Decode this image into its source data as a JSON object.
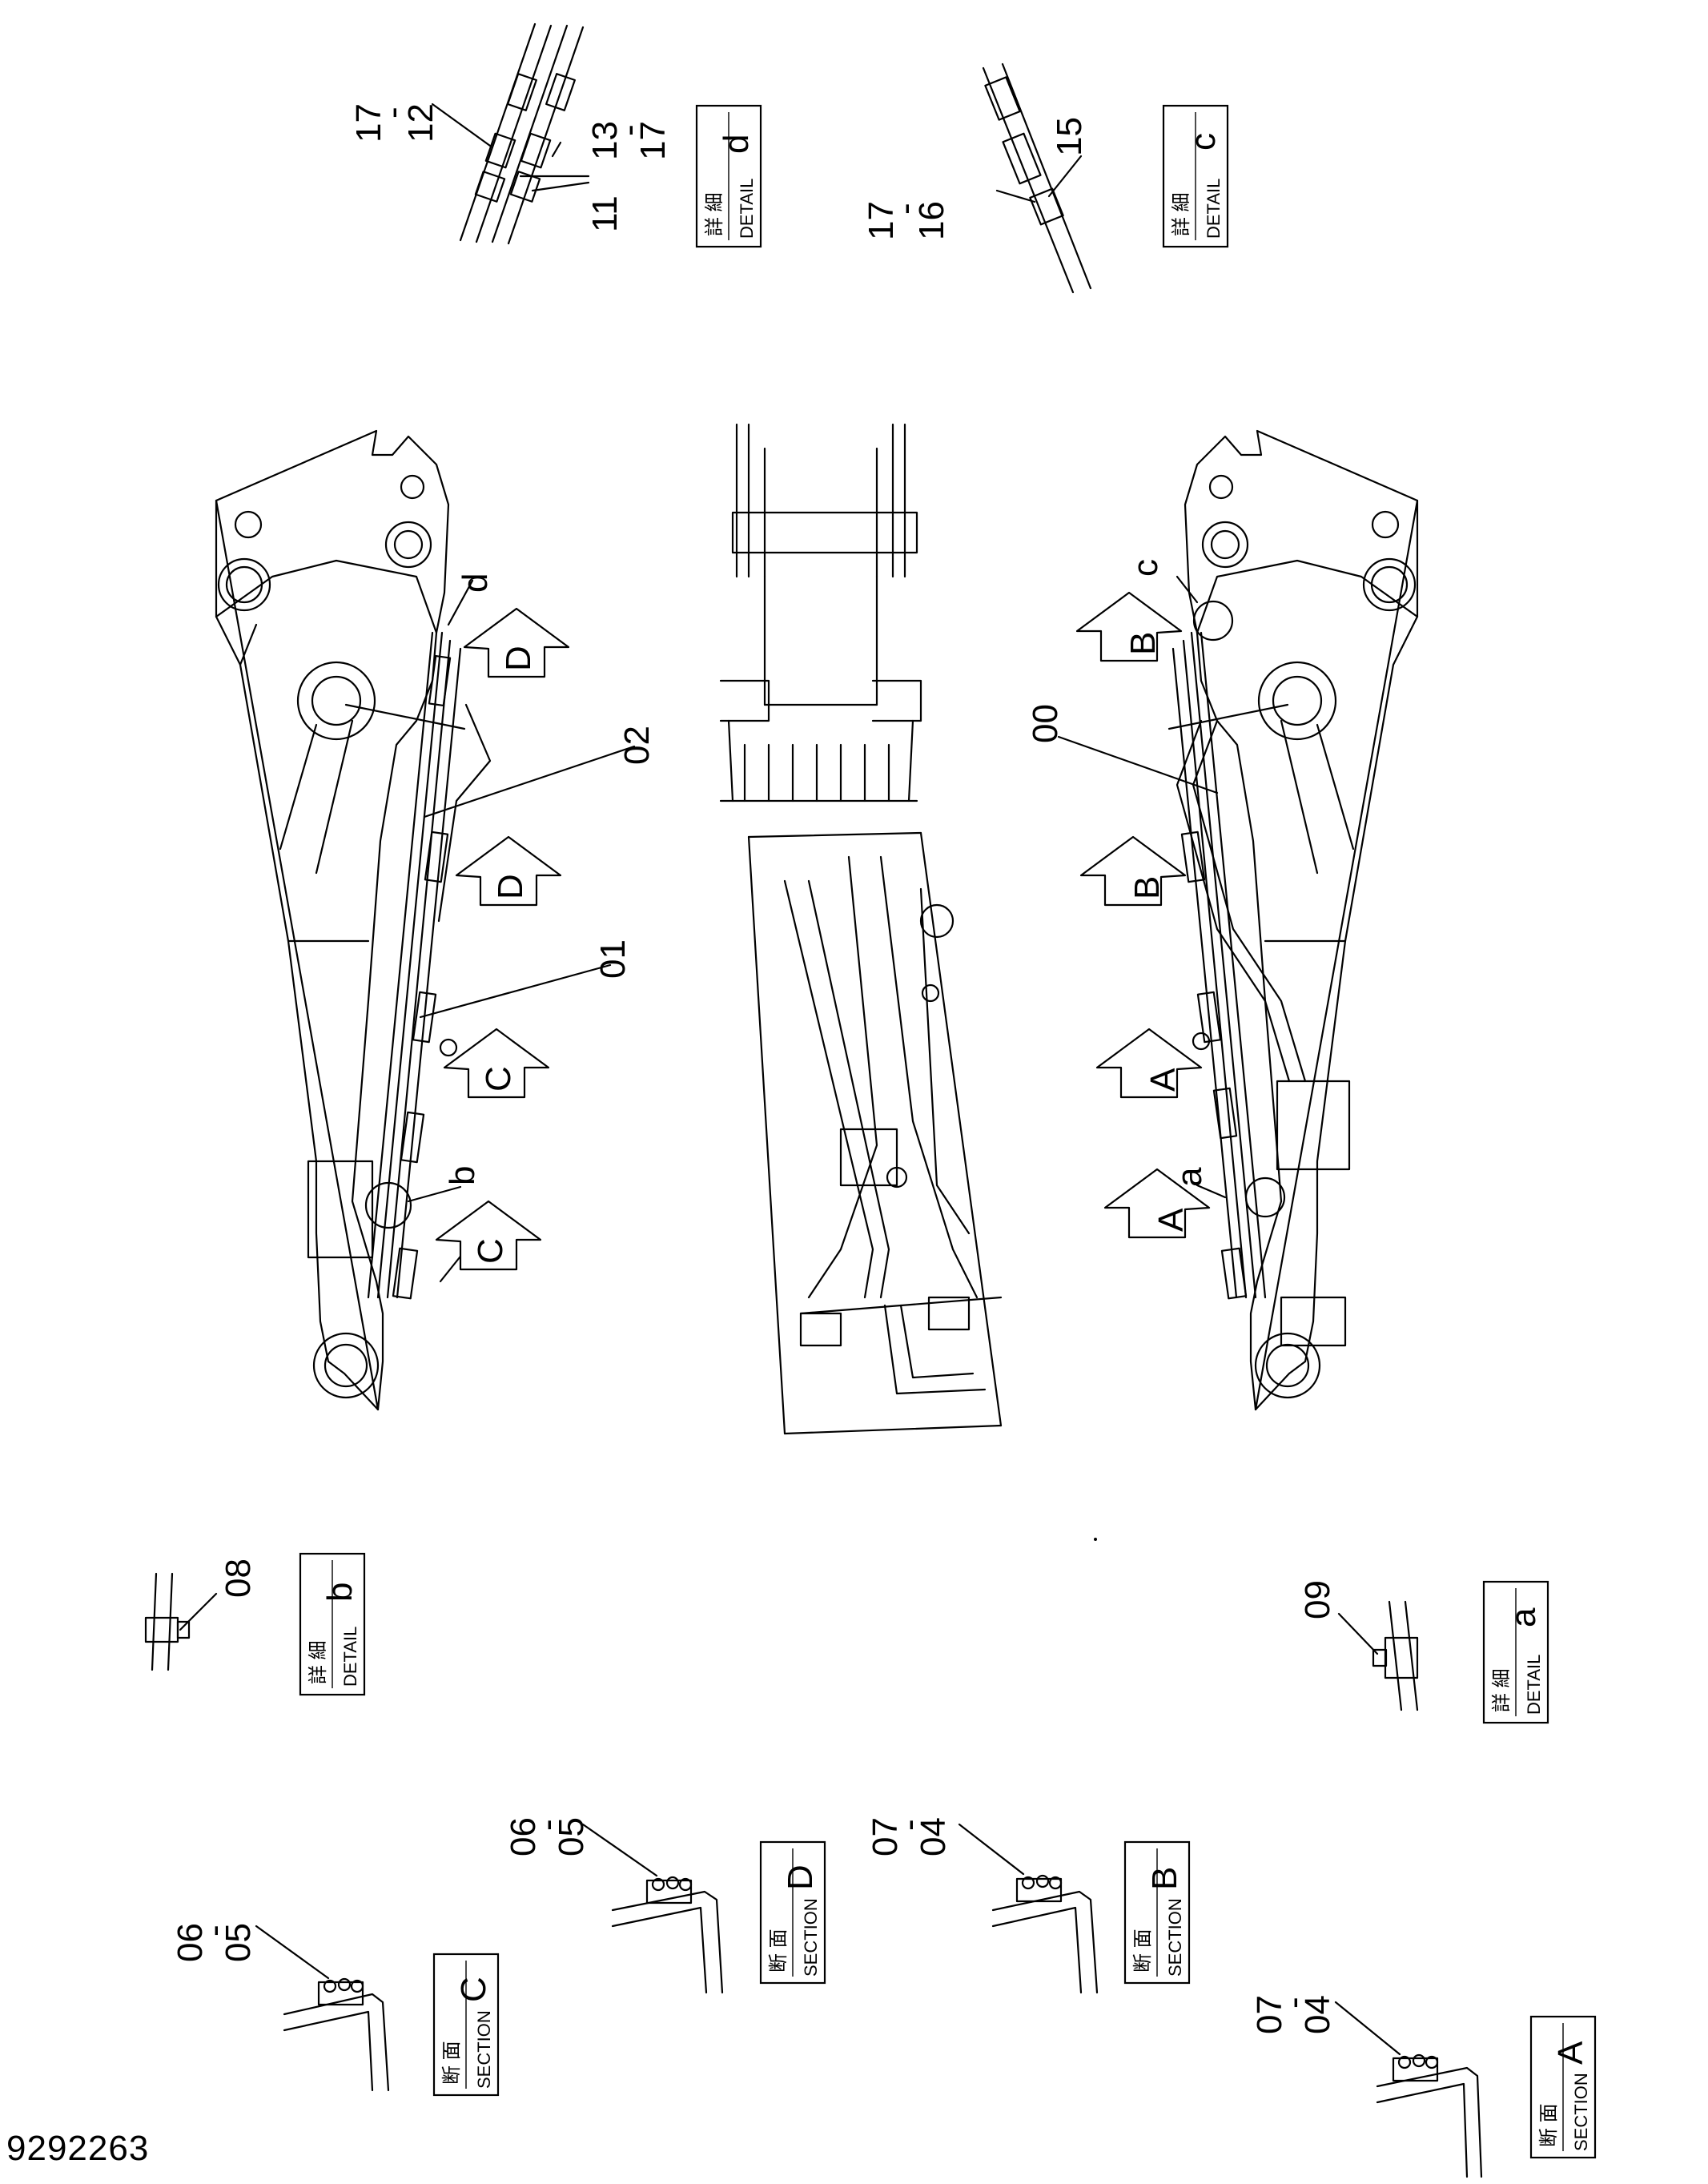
{
  "drawing_number": "9292263",
  "labels": {
    "kanji_detail": "詳 細",
    "kanji_section": "断 面",
    "detail": "DETAIL",
    "section": "SECTION"
  },
  "views": {
    "detail_a": "a",
    "detail_b": "b",
    "detail_c": "c",
    "detail_d": "d",
    "section_a": "A",
    "section_b": "B",
    "section_c": "C",
    "section_d": "D"
  },
  "part_numbers": {
    "p00": "00",
    "p01": "01",
    "p02": "02",
    "p04": "04",
    "p05": "05",
    "p06": "06",
    "p07": "07",
    "p08": "08",
    "p09": "09",
    "p11": "11",
    "p12": "12",
    "p13": "13",
    "p15": "15",
    "p16": "16",
    "p17": "17",
    "dash": "-"
  }
}
